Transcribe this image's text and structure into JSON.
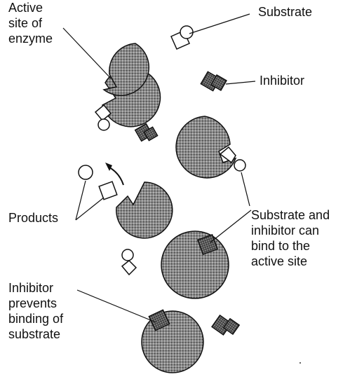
{
  "labels": {
    "active_site": "Active\nsite of\nenzyme",
    "substrate": "Substrate",
    "inhibitor": "Inhibitor",
    "products": "Products",
    "substrate_inhibitor": "Substrate and\ninhibitor can\nbind to the\nactive site",
    "inhibitor_prevents": "Inhibitor\nprevents\nbinding of\nsubstrate"
  },
  "colors": {
    "enzyme_fill": "#7a7a7a",
    "inhibitor_fill": "#555555",
    "outline": "#111111"
  }
}
